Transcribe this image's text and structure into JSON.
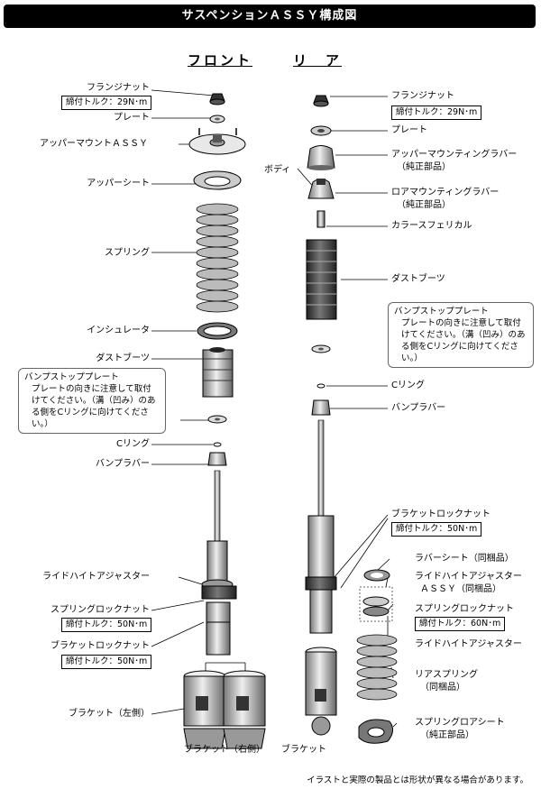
{
  "title": "サスペンションＡＳＳＹ構成図",
  "headings": {
    "front": "フロント",
    "rear": "リ　ア"
  },
  "front": {
    "flange_nut": "フランジナット",
    "flange_nut_torque": "締付トルク：29N･m",
    "plate": "プレート",
    "upper_mount": "アッパーマウントＡＳＳＹ",
    "upper_seat": "アッパーシート",
    "spring": "スプリング",
    "insulator": "インシュレータ",
    "dust_boot": "ダストブーツ",
    "bump_stop_note_title": "バンプストッププレート",
    "bump_stop_note_body": "プレートの向きに注意して取付けてください。（溝（凹み）のある側をCリングに向けてください。）",
    "c_ring": "Cリング",
    "bump_rubber": "バンプラバー",
    "ride_height_adjuster": "ライドハイトアジャスター",
    "spring_lock_nut": "スプリングロックナット",
    "spring_lock_nut_torque": "締付トルク：50N･m",
    "bracket_lock_nut": "ブラケットロックナット",
    "bracket_lock_nut_torque": "締付トルク：50N･m",
    "bracket_left": "ブラケット（左側）",
    "bracket_right": "ブラケット（右側）"
  },
  "rear": {
    "body_label": "ボディ",
    "flange_nut": "フランジナット",
    "flange_nut_torque": "締付トルク：29N･m",
    "plate": "プレート",
    "upper_mounting_rubber": "アッパーマウンティングラバー",
    "upper_mounting_rubber_sub": "（純正部品）",
    "lower_mounting_rubber": "ロアマウンティングラバー",
    "lower_mounting_rubber_sub": "（純正部品）",
    "collar_spherical": "カラースフェリカル",
    "dust_boot": "ダストブーツ",
    "bump_stop_note_title": "バンプストッププレート",
    "bump_stop_note_body": "プレートの向きに注意して取付けてください。（溝（凹み）のある側をCリングに向けてください。）",
    "c_ring": "Cリング",
    "bump_rubber": "バンプラバー",
    "bracket_lock_nut": "ブラケットロックナット",
    "bracket_lock_nut_torque": "締付トルク：50N･m",
    "rubber_seat": "ラバーシート（同梱品）",
    "ride_height_adjuster_assy": "ライドハイトアジャスター",
    "ride_height_adjuster_assy_2": "ＡＳＳＹ（同梱品）",
    "spring_lock_nut": "スプリングロックナット",
    "spring_lock_nut_torque": "締付トルク：60N･m",
    "ride_height_adjuster": "ライドハイトアジャスター",
    "rear_spring": "リアスプリング",
    "rear_spring_sub": "（同梱品）",
    "spring_lower_seat": "スプリングロアシート",
    "spring_lower_seat_sub": "（純正部品）",
    "bracket": "ブラケット"
  },
  "footer": "イラストと実際の製品とは形状が異なる場合があります。"
}
